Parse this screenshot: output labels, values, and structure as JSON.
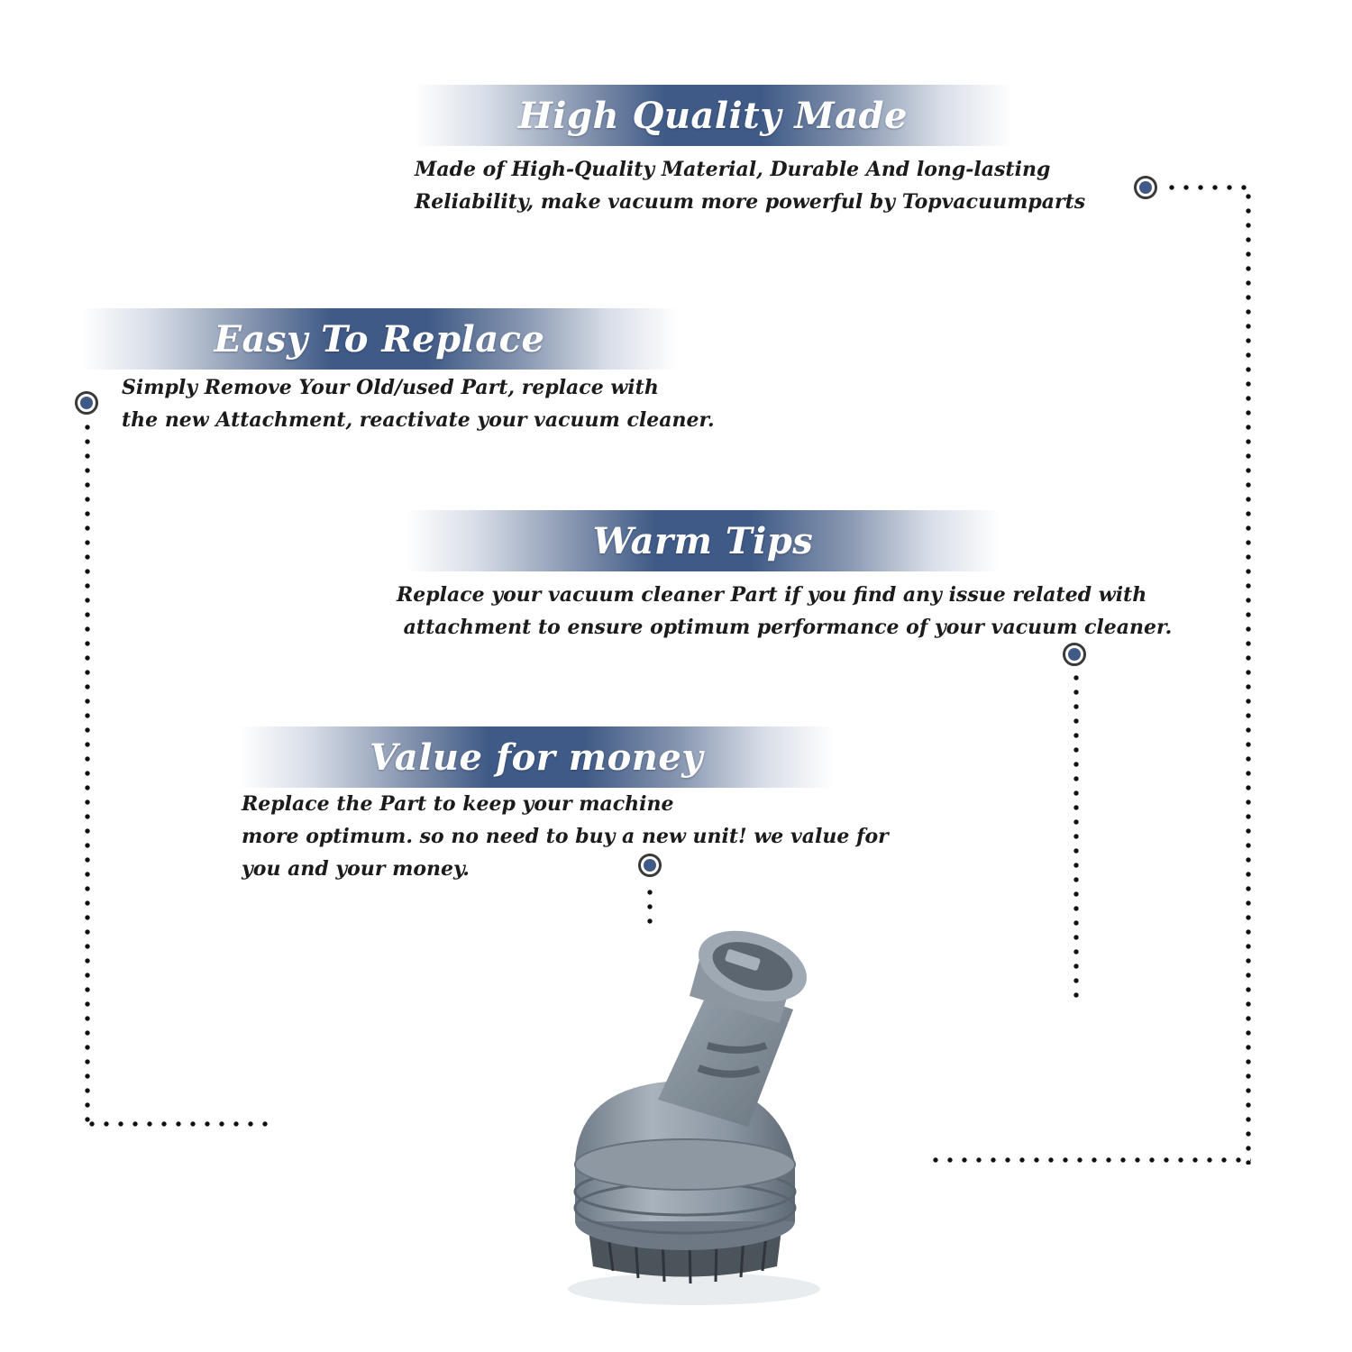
{
  "features": [
    {
      "title": "High Quality Made",
      "lines": [
        "Made of  High-Quality Material, Durable And long-lasting",
        "Reliability, make vacuum more powerful by Topvacuumparts"
      ]
    },
    {
      "title": "Easy To Replace",
      "lines": [
        "Simply Remove Your Old/used Part, replace with",
        "the new Attachment, reactivate your vacuum cleaner."
      ]
    },
    {
      "title": "Warm Tips",
      "lines": [
        "Replace your vacuum cleaner Part if you find any issue related with",
        " attachment to ensure optimum performance of your vacuum cleaner."
      ]
    },
    {
      "title": "Value for money",
      "lines": [
        "Replace the Part to keep your machine",
        "more optimum. so no need to buy a new unit! we value for",
        "you and your money."
      ]
    }
  ],
  "colors": {
    "accent": "#3f5a86",
    "text": "#1b1b1b",
    "part": "#8a96a3"
  },
  "icons": {
    "marker": "bullet-target-icon",
    "product": "vacuum-brush-attachment"
  }
}
